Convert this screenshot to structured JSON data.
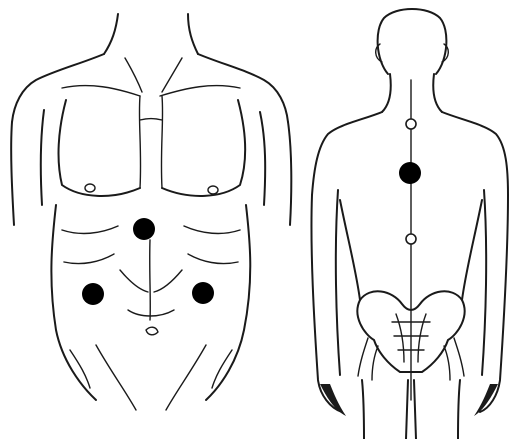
{
  "diagram": {
    "figures": [
      {
        "id": "front-torso",
        "view": "anterior",
        "markers": [
          {
            "kind": "solid"
          },
          {
            "kind": "solid"
          },
          {
            "kind": "solid"
          }
        ]
      },
      {
        "id": "back-torso",
        "view": "posterior",
        "markers": [
          {
            "kind": "hollow"
          },
          {
            "kind": "solid"
          },
          {
            "kind": "hollow"
          }
        ]
      }
    ],
    "colors": {
      "ink": "#1a1a1a",
      "background": "#ffffff",
      "marker_solid": "#000000",
      "marker_hollow_fill": "#ffffff"
    }
  }
}
